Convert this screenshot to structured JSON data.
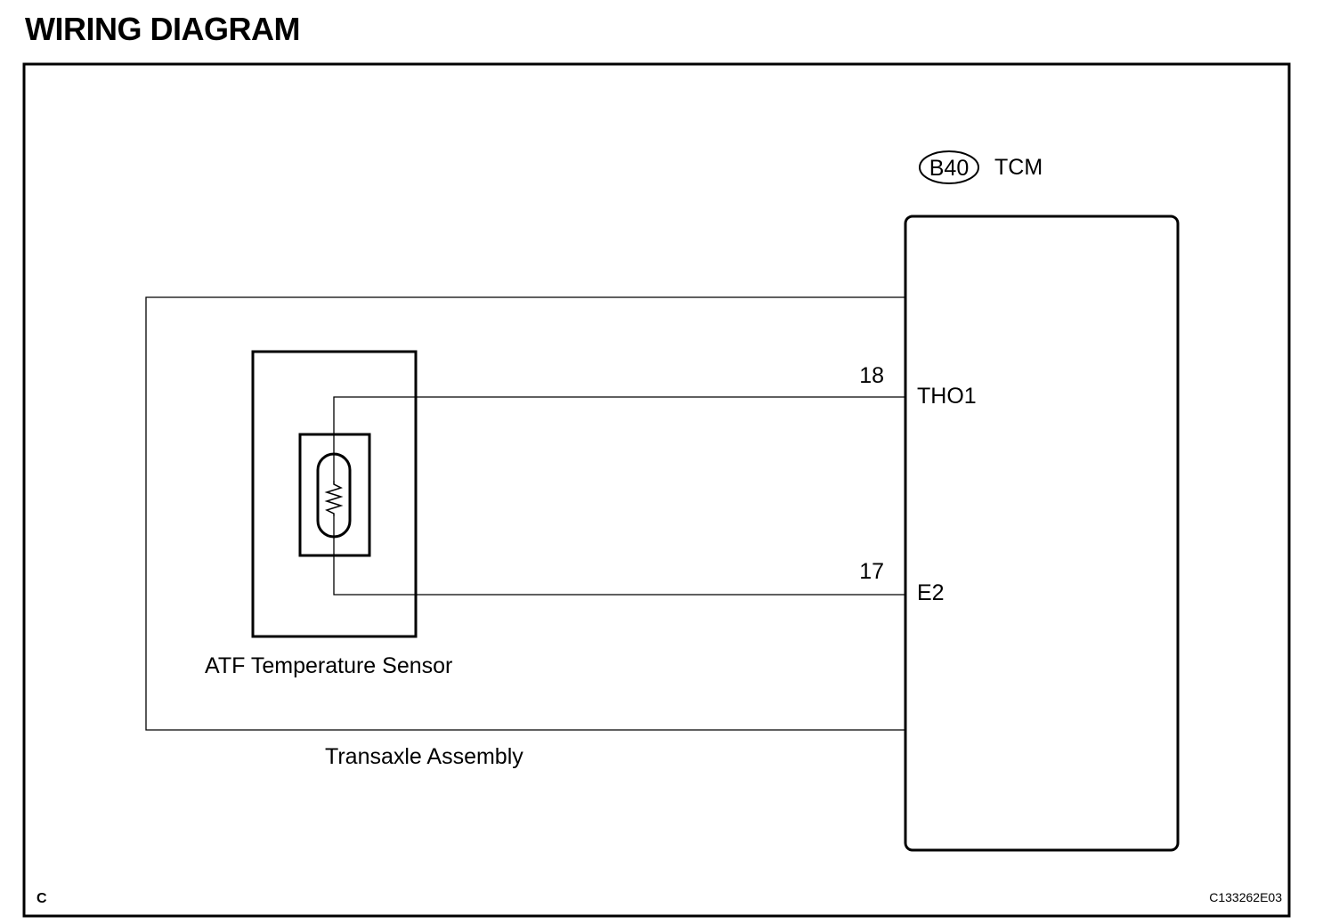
{
  "title": "WIRING DIAGRAM",
  "connector": {
    "id": "B40",
    "component": "TCM"
  },
  "terminals": [
    {
      "pin": "18",
      "name": "THO1"
    },
    {
      "pin": "17",
      "name": "E2"
    }
  ],
  "sensor": {
    "label": "ATF Temperature Sensor"
  },
  "assembly": {
    "label": "Transaxle Assembly"
  },
  "footer": {
    "corner_letter": "C",
    "figure_code": "C133262E03"
  }
}
